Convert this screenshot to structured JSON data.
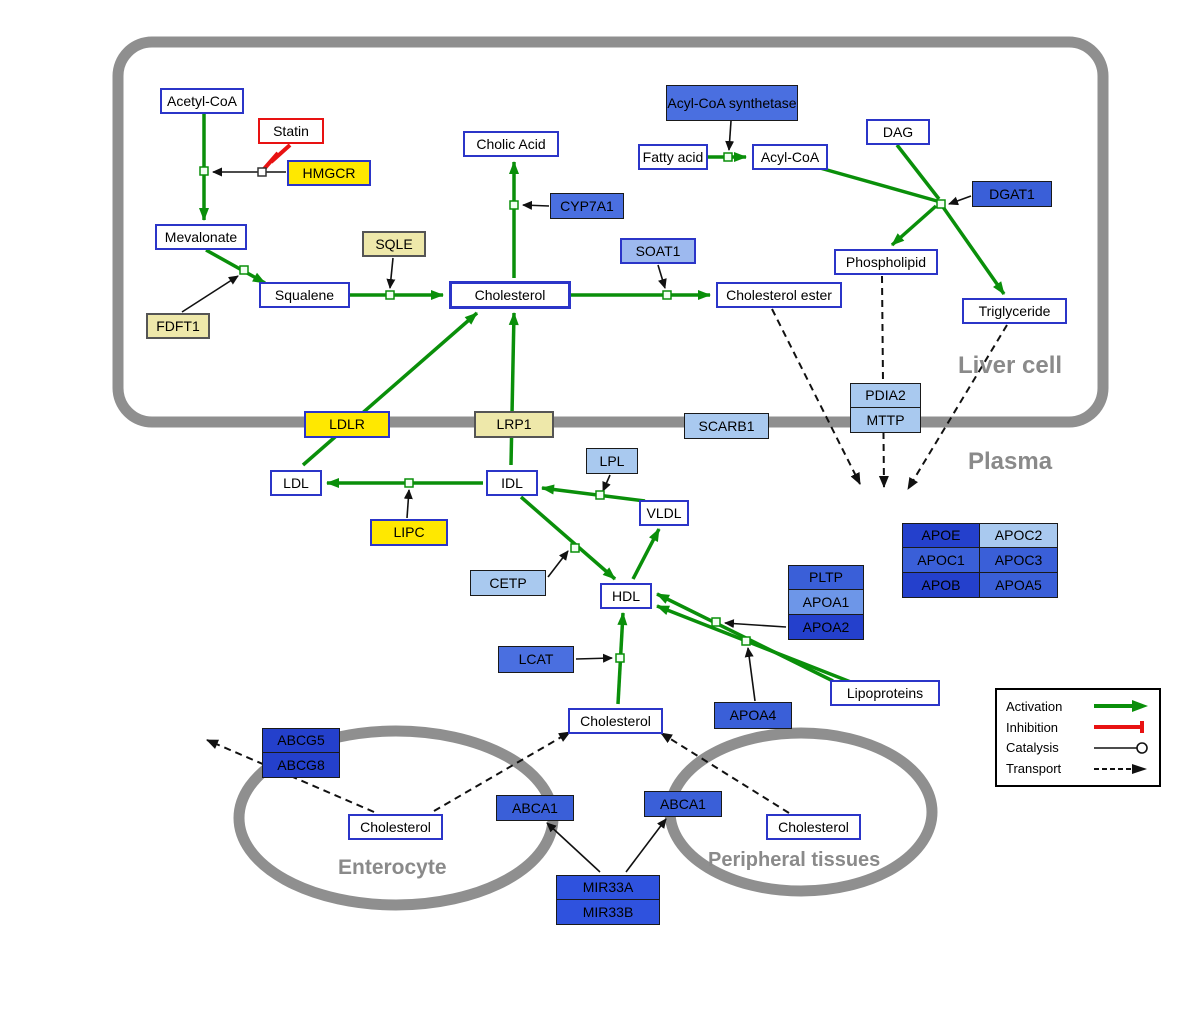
{
  "compartments": {
    "liver": "Liver cell",
    "plasma": "Plasma",
    "enterocyte": "Enterocyte",
    "peripheral": "Peripheral tissues"
  },
  "nodes": {
    "acetyl_coa": "Acetyl-CoA",
    "statin": "Statin",
    "hmgcr": "HMGCR",
    "mevalonate": "Mevalonate",
    "sqle": "SQLE",
    "fdft1": "FDFT1",
    "squalene": "Squalene",
    "cholesterol_liver": "Cholesterol",
    "cholic_acid": "Cholic Acid",
    "cyp7a1": "CYP7A1",
    "soat1": "SOAT1",
    "cholesterol_ester": "Cholesterol ester",
    "acyl_coa_synthetase": "Acyl-CoA synthetase",
    "fatty_acid": "Fatty acid",
    "acyl_coa": "Acyl-CoA",
    "dag": "DAG",
    "dgat1": "DGAT1",
    "phospholipid": "Phospholipid",
    "triglyceride": "Triglyceride",
    "ldlr": "LDLR",
    "lrp1": "LRP1",
    "scarb1": "SCARB1",
    "pdia2": "PDIA2",
    "mttp": "MTTP",
    "ldl": "LDL",
    "idl": "IDL",
    "lpl": "LPL",
    "vldl": "VLDL",
    "lipc": "LIPC",
    "cetp": "CETP",
    "hdl": "HDL",
    "lcat": "LCAT",
    "pltp": "PLTP",
    "apoa1": "APOA1",
    "apoa2": "APOA2",
    "apoa4": "APOA4",
    "lipoproteins": "Lipoproteins",
    "apoe": "APOE",
    "apoc2": "APOC2",
    "apoc1": "APOC1",
    "apoc3": "APOC3",
    "apob": "APOB",
    "apoa5": "APOA5",
    "cholesterol_plasma": "Cholesterol",
    "abcg5": "ABCG5",
    "abcg8": "ABCG8",
    "cholesterol_enterocyte": "Cholesterol",
    "abca1_enterocyte": "ABCA1",
    "abca1_peripheral": "ABCA1",
    "cholesterol_peripheral": "Cholesterol",
    "mir33a": "MIR33A",
    "mir33b": "MIR33B"
  },
  "legend": {
    "activation": "Activation",
    "inhibition": "Inhibition",
    "catalysis": "Catalysis",
    "transport": "Transport"
  },
  "colors": {
    "activation_green": "#0a8f0a",
    "inhibition_red": "#e81212",
    "compartment_gray": "#8f8f8f",
    "metabolite_border_blue": "#2b35c8",
    "gene_yellow": "#ffe800",
    "gene_pale_yellow": "#eee8aa",
    "gene_blue_dark": "#2440cc",
    "gene_blue_light": "#a9c9ef"
  }
}
